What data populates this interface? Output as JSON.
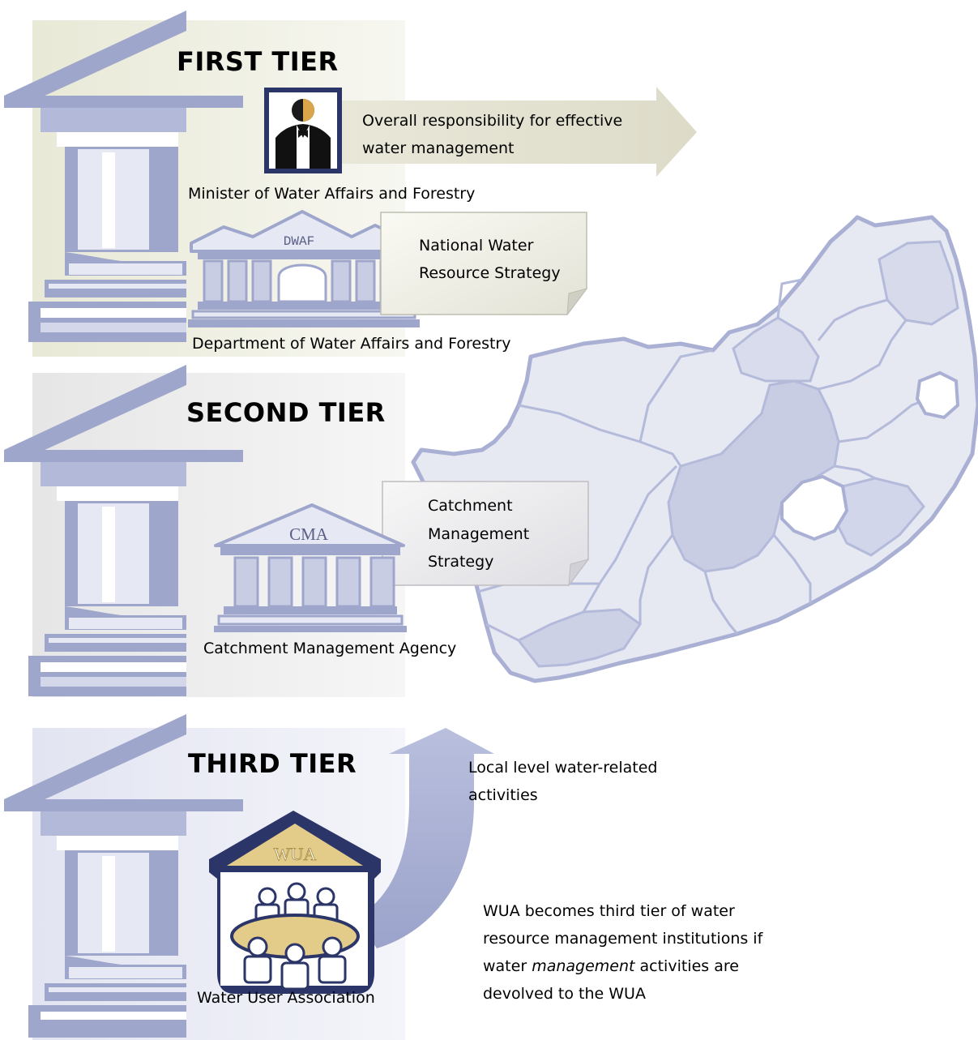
{
  "tiers": {
    "first": "FIRST TIER",
    "second": "SECOND TIER",
    "third": "THIRD TIER"
  },
  "first_tier": {
    "arrow_text_line1": "Overall responsibility for effective",
    "arrow_text_line2": "water management",
    "minister_label": "Minister of Water Affairs and Forestry",
    "dwaf_sign": "DWAF",
    "nwrs_line1": "National Water",
    "nwrs_line2": "Resource Strategy",
    "department_label": "Department of Water Affairs and Forestry"
  },
  "second_tier": {
    "cma_sign": "CMA",
    "cms_line1": "Catchment",
    "cms_line2": "Management",
    "cms_line3": "Strategy",
    "agency_label": "Catchment Management Agency"
  },
  "third_tier": {
    "wua_sign": "WUA",
    "local_line1": "Local level water-related",
    "local_line2": "activities",
    "wua_label": "Water User Association",
    "note_line1": "WUA becomes third tier of water",
    "note_line2": "resource management institutions if",
    "note_line3_pre": "water ",
    "note_line3_em": "management",
    "note_line3_post": " activities are",
    "note_line4": "devolved to the WUA"
  },
  "colors": {
    "pillar_dark": "#9fa6cc",
    "pillar_light": "#e6e8f3",
    "map_fill": "#e6e8f2",
    "map_fill_dark": "#c8cde3",
    "map_border": "#a9b0d3",
    "panel": "#eeeee2",
    "arrow": "#e4e2d2",
    "wua_navy": "#2b3568",
    "wua_tan": "#e3cb89"
  }
}
